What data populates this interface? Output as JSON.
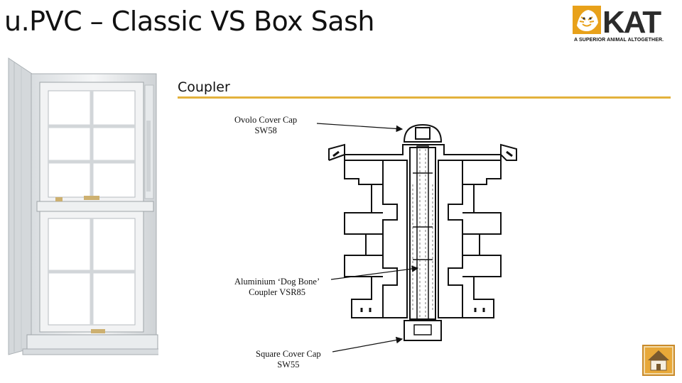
{
  "slide": {
    "title": "u.PVC – Classic VS Box Sash",
    "section_heading": "Coupler"
  },
  "logo": {
    "brand": "KAT",
    "tagline": "A SUPERIOR ANIMAL ALTOGETHER."
  },
  "annotations": [
    {
      "line1": "Ovolo Cover Cap",
      "line2": "SW58"
    },
    {
      "line1": "Aluminium ‘Dog Bone’",
      "line2": "Coupler VSR85"
    },
    {
      "line1": "Square Cover Cap",
      "line2": "SW55"
    }
  ],
  "icons": {
    "home": "home-icon",
    "tiger": "tiger-icon"
  },
  "colors": {
    "accent_rule": "#e3b23c",
    "logo_orange": "#e8a11a",
    "home_button": "#e8a838"
  }
}
